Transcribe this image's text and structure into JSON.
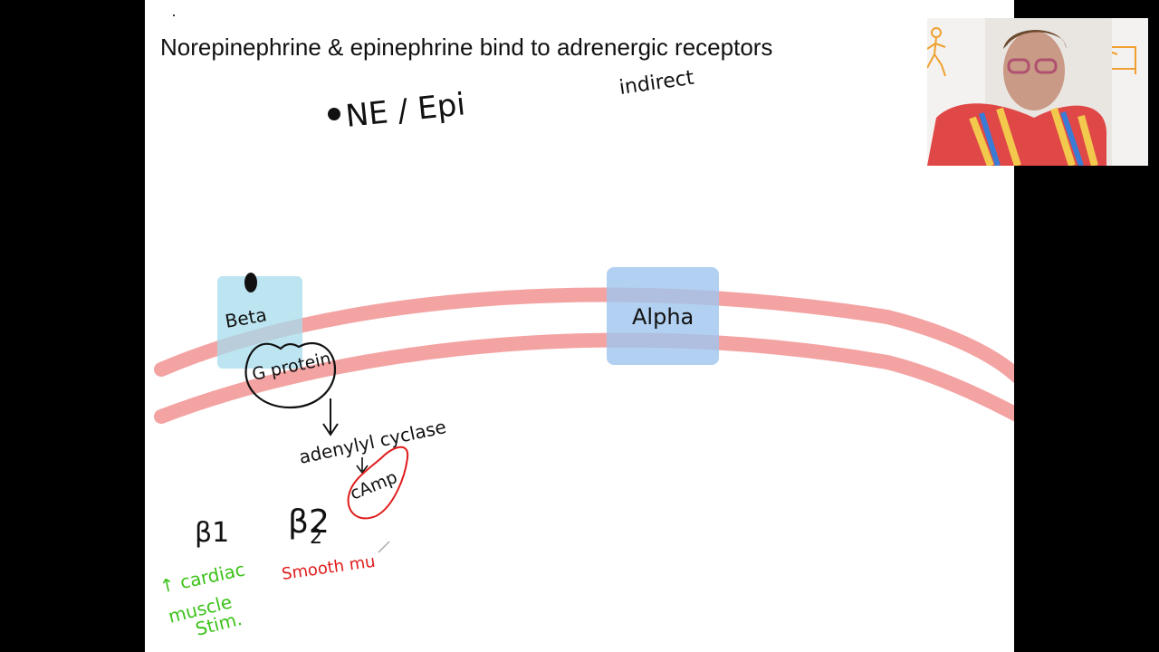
{
  "slide": {
    "title": "Norepinephrine & epinephrine bind to adrenergic receptors"
  },
  "annotations": {
    "ne_epi": "NE / Epi",
    "indirect": "indirect",
    "beta_receptor": "Beta",
    "g_protein": "G protein",
    "adenylyl_cyclase": "adenylyl cyclase",
    "camp": "cAmp",
    "alpha_receptor": "Alpha",
    "beta1": "β1",
    "beta2": "β2",
    "beta2_sub": "2",
    "cardiac_line1": "↑ cardiac",
    "cardiac_line2": "muscle",
    "cardiac_line3": "Stim.",
    "smooth_muscle": "Smooth mu"
  },
  "colors": {
    "membrane": "#f4a3a3",
    "beta_box": "#a6dcec",
    "alpha_box": "#9fc4ee",
    "ink_black": "#111111",
    "ink_red": "#e01b1b",
    "ink_green": "#3cc21a",
    "icon_orange": "#f0a030"
  }
}
